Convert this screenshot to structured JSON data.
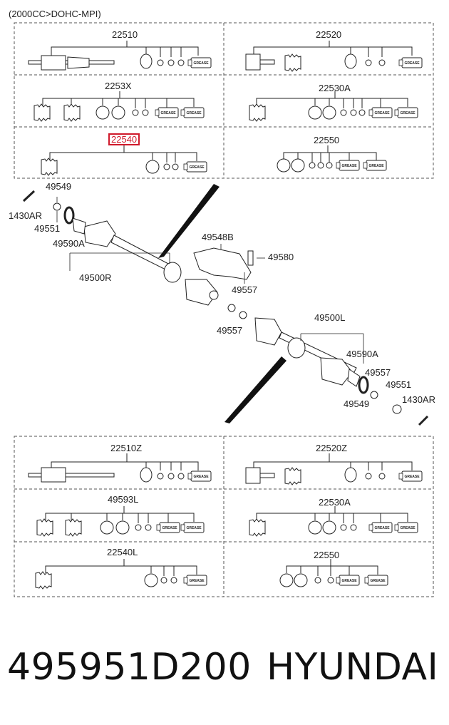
{
  "header": "(2000CC>DOHC-MPI)",
  "kits_top": [
    {
      "code": "22510",
      "highlight": false
    },
    {
      "code": "22520",
      "highlight": false
    },
    {
      "code": "2253X",
      "highlight": false
    },
    {
      "code": "22530A",
      "highlight": false
    },
    {
      "code": "22540",
      "highlight": true
    },
    {
      "code": "22550",
      "highlight": false
    }
  ],
  "kits_bottom": [
    {
      "code": "22510Z"
    },
    {
      "code": "22520Z"
    },
    {
      "code": "49593L"
    },
    {
      "code": "22530A"
    },
    {
      "code": "22540L"
    },
    {
      "code": "22550"
    }
  ],
  "grease_label": "GREASE",
  "callouts": {
    "c_49549_r": "49549",
    "c_1430AR_r": "1430AR",
    "c_49551_r": "49551",
    "c_49590A_r": "49590A",
    "c_49500R": "49500R",
    "c_49548B": "49548B",
    "c_49580": "49580",
    "c_49557_a": "49557",
    "c_49557_b": "49557",
    "c_49500L": "49500L",
    "c_49590A_l": "49590A",
    "c_49557_c": "49557",
    "c_49551_l": "49551",
    "c_49549_l": "49549",
    "c_1430AR_l": "1430AR"
  },
  "footer": {
    "part_number": "495951D200",
    "brand": "HYUNDAI"
  }
}
